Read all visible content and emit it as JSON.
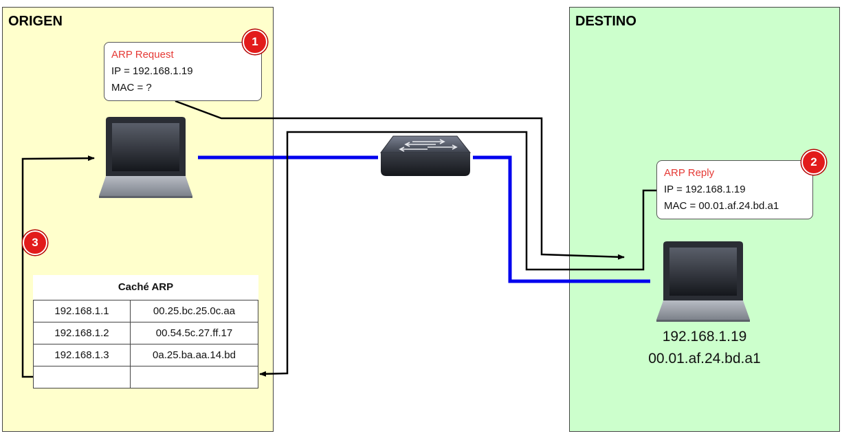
{
  "origin": {
    "title": "ORIGEN"
  },
  "destination": {
    "title": "DESTINO",
    "ip": "192.168.1.19",
    "mac": "00.01.af.24.bd.a1"
  },
  "request": {
    "heading": "ARP Request",
    "ip_line": "IP = 192.168.1.19",
    "mac_line": "MAC = ?",
    "step": "1"
  },
  "reply": {
    "heading": "ARP Reply",
    "ip_line": "IP = 192.168.1.19",
    "mac_line": "MAC = 00.01.af.24.bd.a1",
    "step": "2"
  },
  "cache": {
    "title": "Caché ARP",
    "step": "3",
    "rows": [
      [
        "192.168.1.1",
        "00.25.bc.25.0c.aa"
      ],
      [
        "192.168.1.2",
        "00.54.5c.27.ff.17"
      ],
      [
        "192.168.1.3",
        "0a.25.ba.aa.14.bd"
      ],
      [
        "",
        ""
      ]
    ]
  },
  "colors": {
    "origin_zone": "#ffffcc",
    "destination_zone": "#ccffcc",
    "link": "#0000ee",
    "badge": "#e21b1b",
    "heading_red": "#e53935"
  }
}
